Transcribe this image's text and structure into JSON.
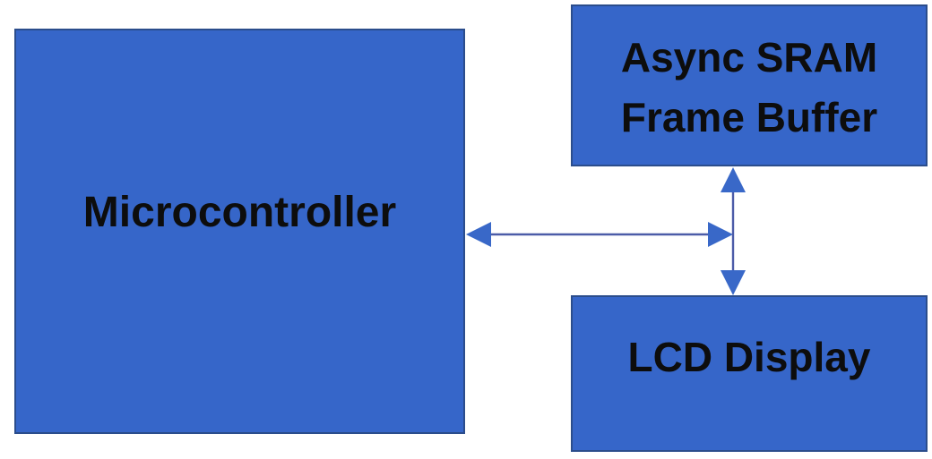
{
  "diagram": {
    "type": "block-diagram",
    "nodes": [
      {
        "id": "microcontroller",
        "label": "Microcontroller"
      },
      {
        "id": "async-sram-frame-buffer",
        "label": "Async SRAM Frame Buffer",
        "lines": [
          "Async SRAM",
          "Frame Buffer"
        ]
      },
      {
        "id": "lcd-display",
        "label": "LCD Display"
      }
    ],
    "connectors": [
      {
        "id": "mcu-bus-arrow",
        "style": "double-headed",
        "orientation": "horizontal",
        "from": "microcontroller",
        "to": "sram-lcd-bus"
      },
      {
        "id": "sram-lcd-arrow",
        "style": "double-headed",
        "orientation": "vertical",
        "from": "async-sram-frame-buffer",
        "to": "lcd-display"
      }
    ],
    "colors": {
      "node_fill": "#3666c9",
      "node_border": "#2b4d8c",
      "arrow_fill": "#3968c8",
      "arrow_stroke": "#4c5ca8",
      "text": "#0d0d0d",
      "background": "#ffffff"
    }
  }
}
